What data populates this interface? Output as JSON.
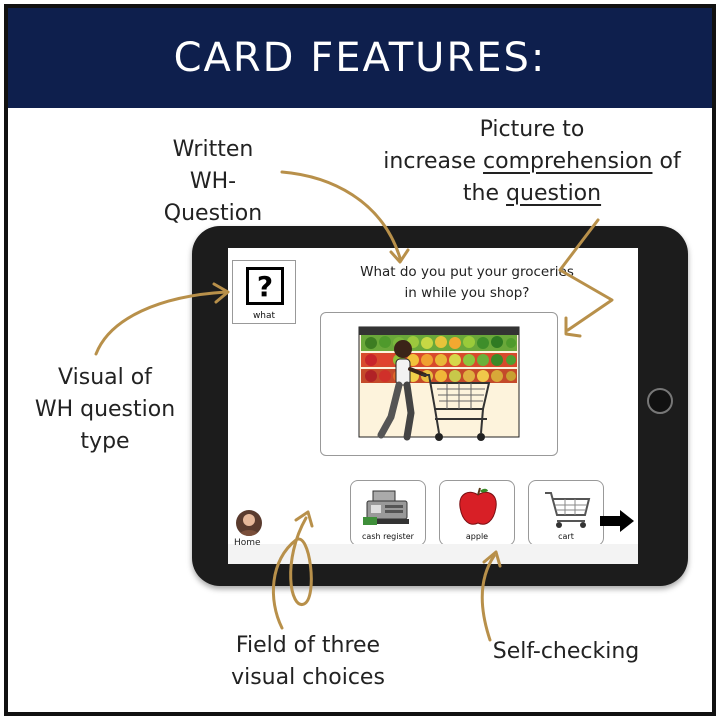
{
  "header": {
    "title": "CARD FEATURES:"
  },
  "annotations": {
    "written_question": [
      "Written",
      "WH- Question"
    ],
    "picture": {
      "line1": "Picture to",
      "line2_pre": "increase ",
      "line2_underlined": "comprehension",
      "line2_post": " of",
      "line3_pre": "the ",
      "line3_underlined": "question"
    },
    "visual_wh": [
      "Visual of",
      "WH question",
      "type"
    ],
    "field_choices": [
      "Field of three",
      "visual choices"
    ],
    "self_checking": "Self-checking"
  },
  "screen": {
    "wh_icon": {
      "glyph": "?",
      "label": "what"
    },
    "question_lines": [
      "What do you put your groceries",
      "in while you shop?"
    ],
    "choices": [
      {
        "label": "cash register",
        "icon": "cash-register-icon"
      },
      {
        "label": "apple",
        "icon": "apple-icon"
      },
      {
        "label": "cart",
        "icon": "cart-icon"
      }
    ],
    "home_label": "Home"
  },
  "colors": {
    "header_bg": "#0e1f4d",
    "arrow_gold": "#b8904a",
    "tablet": "#1c1c1c"
  }
}
